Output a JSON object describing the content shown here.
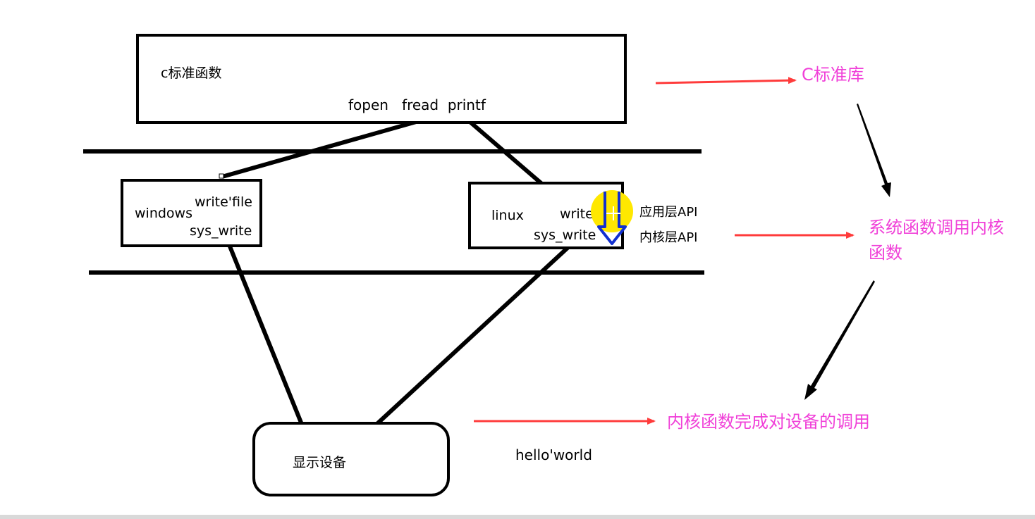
{
  "diagram": {
    "c_lib_box": {
      "title": "c标准函数",
      "functions": "fopen   fread  printf"
    },
    "windows_box": {
      "name": "windows",
      "write": "write'file",
      "sys_write": "sys_write"
    },
    "linux_box": {
      "name": "linux",
      "write": "write",
      "sys_write": "sys_write"
    },
    "layer_labels": {
      "app_api": "应用层API",
      "kernel_api": "内核层API"
    },
    "device_box": {
      "label": "显示设备"
    },
    "output_text": "hello'world",
    "annotations": {
      "c_std_lib": "C标准库",
      "syscall_line1": "系统函数调用内核",
      "syscall_line2": "函数",
      "kernel_device": "内核函数完成对设备的调用"
    }
  },
  "colors": {
    "line": "#000000",
    "arrow_red": "#ff3b3b",
    "annotation_magenta": "#f040d8",
    "highlight_yellow": "#ffe800",
    "cursor_blue": "#1230d0"
  }
}
